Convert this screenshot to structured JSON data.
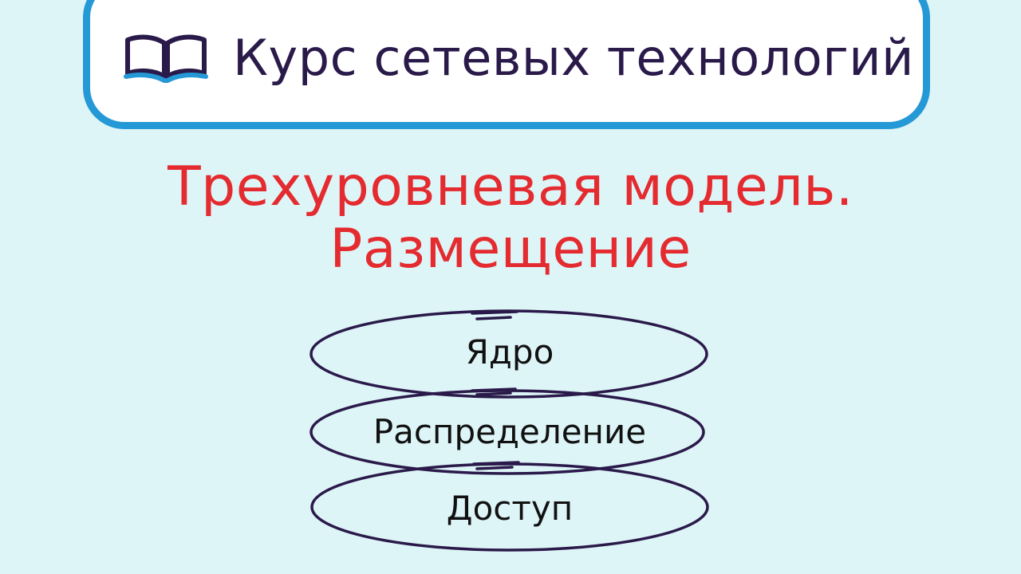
{
  "header": {
    "course_title": "Курс сетевых технологий",
    "icon": "open-book-icon",
    "accent_color": "#2598d6",
    "title_color": "#2a1a4a"
  },
  "main": {
    "title_line1": "Трехуровневая модель.",
    "title_line2": "Размещение",
    "title_color": "#e42b2f"
  },
  "diagram": {
    "stroke_color": "#2a1a4a",
    "layers": [
      {
        "label": "Ядро"
      },
      {
        "label": "Распределение"
      },
      {
        "label": "Доступ"
      }
    ]
  }
}
